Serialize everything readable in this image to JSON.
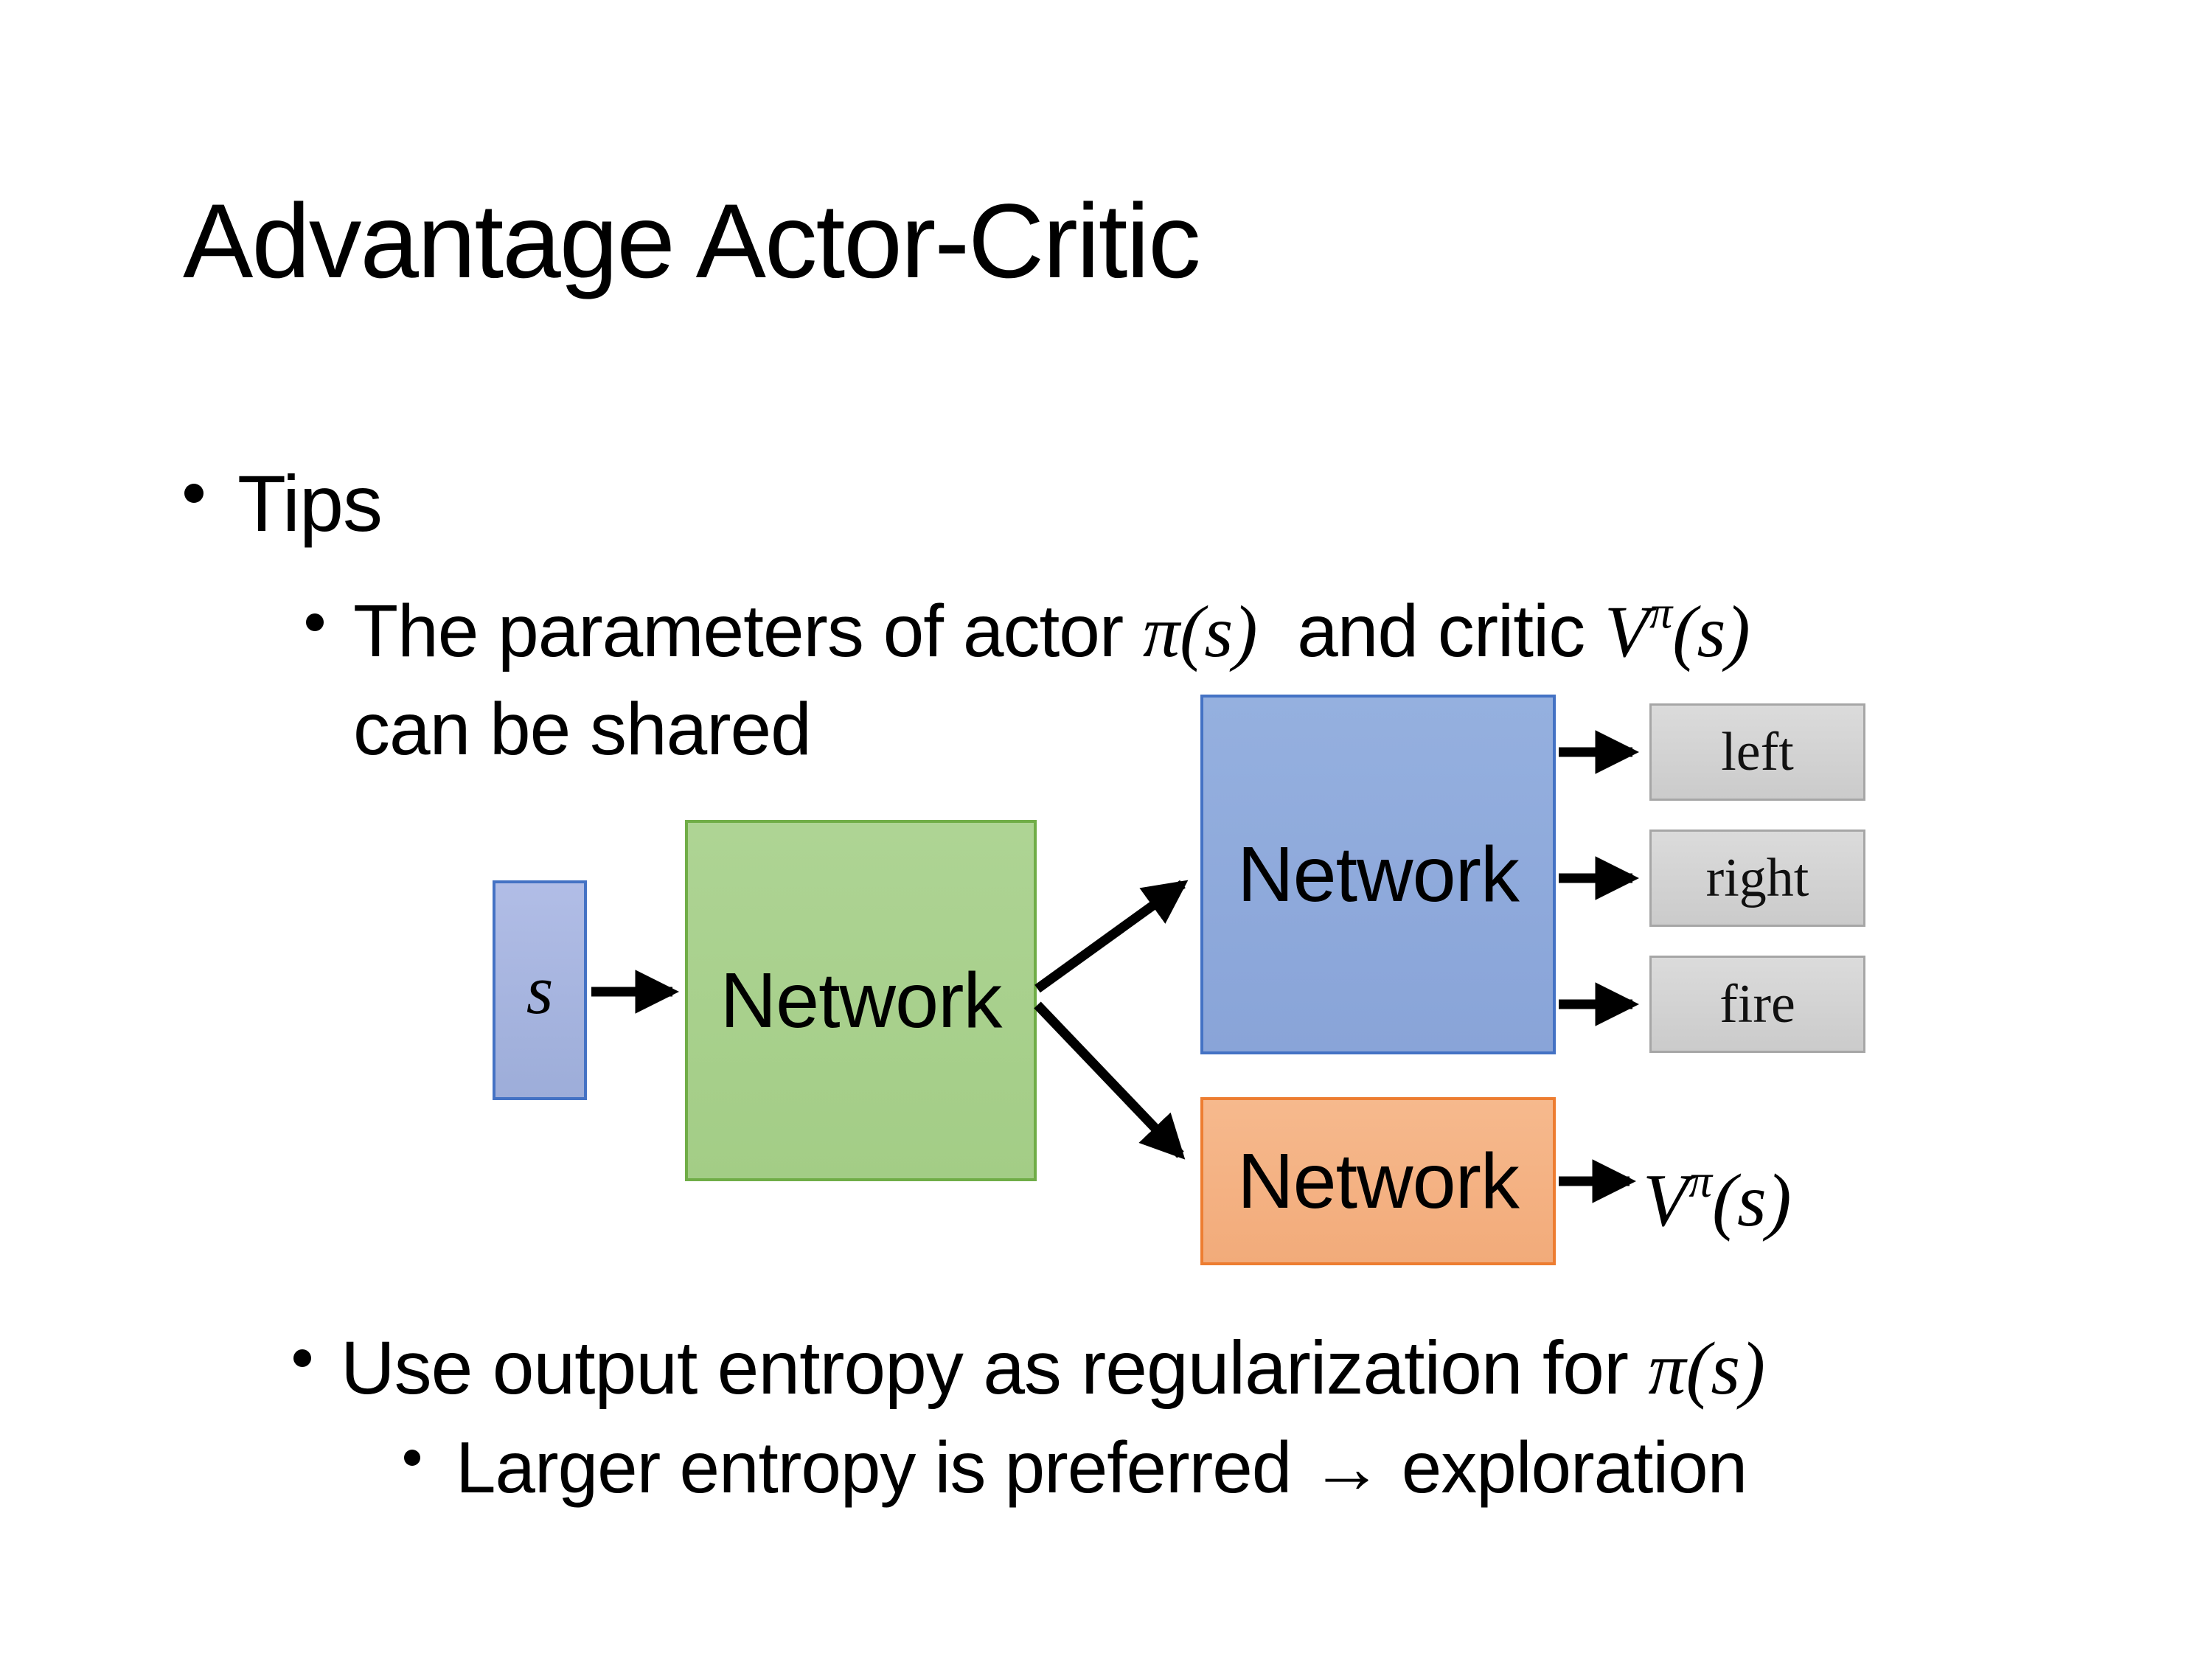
{
  "slide": {
    "title": "Advantage Actor-Critic",
    "bullets": {
      "tips": "Tips",
      "param_pre": "The parameters of actor ",
      "param_math_pi": "π(s)",
      "param_mid": "  and critic ",
      "param_v_base": "V",
      "param_v_sup": "π",
      "param_v_args": "(s)",
      "param_line2": "can be shared",
      "entropy_pre": "Use output entropy as regularization for ",
      "entropy_math": "π(s)",
      "larger": "Larger entropy is preferred → exploration"
    },
    "diagram": {
      "input_label": "s",
      "shared_label": "Network",
      "actor_label": "Network",
      "critic_label": "Network",
      "actions": [
        "left",
        "right",
        "fire"
      ],
      "value_base": "V",
      "value_sup": "π",
      "value_args": "(s)",
      "colors": {
        "input_fill": "#A7B5E0",
        "input_border": "#4472C4",
        "shared_fill": "#A9D18E",
        "shared_border": "#70AD47",
        "actor_fill": "#8FAADC",
        "actor_border": "#4472C4",
        "critic_fill": "#F4B183",
        "critic_border": "#ED7D31",
        "action_fill": "#D3D3D3",
        "action_border": "#A6A6A6",
        "arrow": "#000000",
        "text": "#000000"
      }
    }
  }
}
